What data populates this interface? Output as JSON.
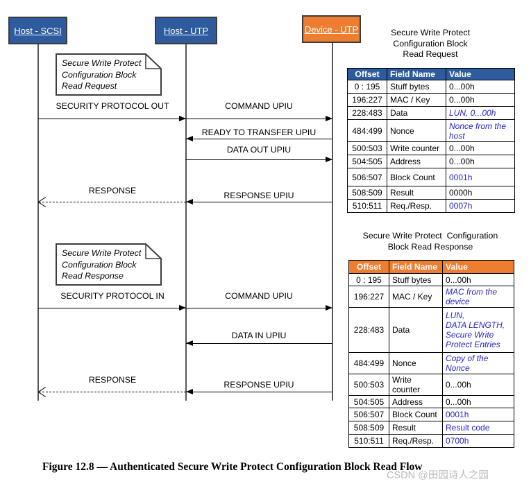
{
  "actors": [
    {
      "label": "Host - SCSI"
    },
    {
      "label": "Host - UTP"
    },
    {
      "label": "Device - UTP"
    }
  ],
  "notes": [
    {
      "lines": [
        "Secure Write Protect",
        "Configuration Block",
        "Read Request"
      ]
    },
    {
      "lines": [
        "Secure Write Protect",
        "Configuration Block",
        "Read Response"
      ]
    }
  ],
  "messages": [
    {
      "label": "SECURITY PROTOCOL OUT"
    },
    {
      "label": "COMMAND UPIU"
    },
    {
      "label": "READY TO TRANSFER UPIU"
    },
    {
      "label": "DATA OUT UPIU"
    },
    {
      "label": "RESPONSE"
    },
    {
      "label": "RESPONSE UPIU"
    },
    {
      "label": "SECURITY PROTOCOL IN"
    },
    {
      "label": "COMMAND UPIU"
    },
    {
      "label": "DATA IN UPIU"
    },
    {
      "label": "RESPONSE"
    },
    {
      "label": "RESPONSE UPIU"
    }
  ],
  "tables": [
    {
      "title": "Secure Write Protect\nConfiguration Block\nRead Request",
      "columns": [
        "Offset",
        "Field Name",
        "Value"
      ],
      "rows": [
        {
          "offset": "0 : 195",
          "field": "Stuff bytes",
          "value": "0...00h"
        },
        {
          "offset": "196:227",
          "field": "MAC / Key",
          "value": "0...00h"
        },
        {
          "offset": "228:483",
          "field": "Data",
          "value": "LUN, 0...00h"
        },
        {
          "offset": "484:499",
          "field": "Nonce",
          "value": "Nonce from the\nhost"
        },
        {
          "offset": "500:503",
          "field": "Write counter",
          "value": "0...00h"
        },
        {
          "offset": "504:505",
          "field": "Address",
          "value": "0...00h"
        },
        {
          "offset": "506:507",
          "field": "Block Count",
          "value": "0001h"
        },
        {
          "offset": "508:509",
          "field": "Result",
          "value": "0000h"
        },
        {
          "offset": "510:511",
          "field": "Req./Resp.",
          "value": "0007h"
        }
      ]
    },
    {
      "title": "Secure Write Protect  Configuration\nBlock Read Response",
      "columns": [
        "Offset",
        "Field Name",
        "Value"
      ],
      "rows": [
        {
          "offset": "0 : 195",
          "field": "Stuff bytes",
          "value": "0...00h"
        },
        {
          "offset": "196:227",
          "field": "MAC / Key",
          "value": "MAC from the\ndevice"
        },
        {
          "offset": "228:483",
          "field": "Data",
          "value": "LUN,\nDATA LENGTH,\nSecure Write\nProtect Entries"
        },
        {
          "offset": "484:499",
          "field": "Nonce",
          "value": "Copy of the\nNonce"
        },
        {
          "offset": "500:503",
          "field": "Write counter",
          "value": "0...00h"
        },
        {
          "offset": "504:505",
          "field": "Address",
          "value": "0...00h"
        },
        {
          "offset": "506:507",
          "field": "Block Count",
          "value": "0001h"
        },
        {
          "offset": "508:509",
          "field": "Result",
          "value": "Result code"
        },
        {
          "offset": "510:511",
          "field": "Req./Resp.",
          "value": "0700h"
        }
      ]
    }
  ],
  "caption": "Figure 12.8 — Authenticated Secure Write Protect Configuration Block Read Flow",
  "watermark": "CSDN @田园诗人之园",
  "colors": {
    "actor_blue": "#2d5b9e",
    "actor_orange": "#ed7d31",
    "value_blue_text": "#2424cf",
    "watermark_gray": "#b9b9b9"
  }
}
